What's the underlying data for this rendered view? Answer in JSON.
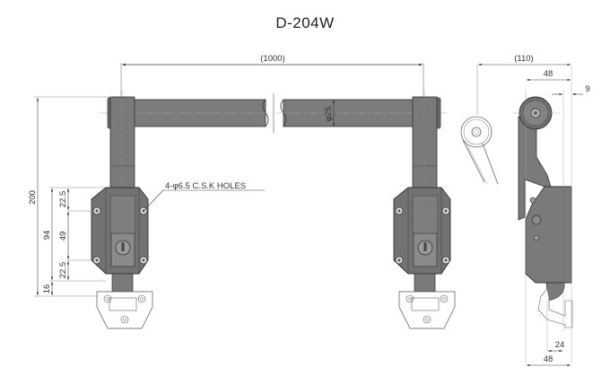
{
  "title": "D-204W",
  "colors": {
    "part_fill": "#7a7a7a",
    "part_dark": "#5e5e5e",
    "part_light": "#9a9a9a",
    "outline": "#333333",
    "dim_line": "#555555",
    "background": "#ffffff"
  },
  "front_view": {
    "overall_width": "(1000)",
    "bar_diameter": "φ25",
    "note": "4-φ6.5 C.S.K HOLES",
    "vertical_dims": {
      "total_height": "200",
      "plate_span": "94",
      "upper_offset": "22.5",
      "hole_pitch": "49",
      "lower_offset": "22.5",
      "bottom_offset": "16"
    }
  },
  "side_view": {
    "overall_depth": "(110)",
    "body_width_top": "48",
    "offset_top": "9",
    "catch_width": "24",
    "body_width_bottom": "48"
  }
}
